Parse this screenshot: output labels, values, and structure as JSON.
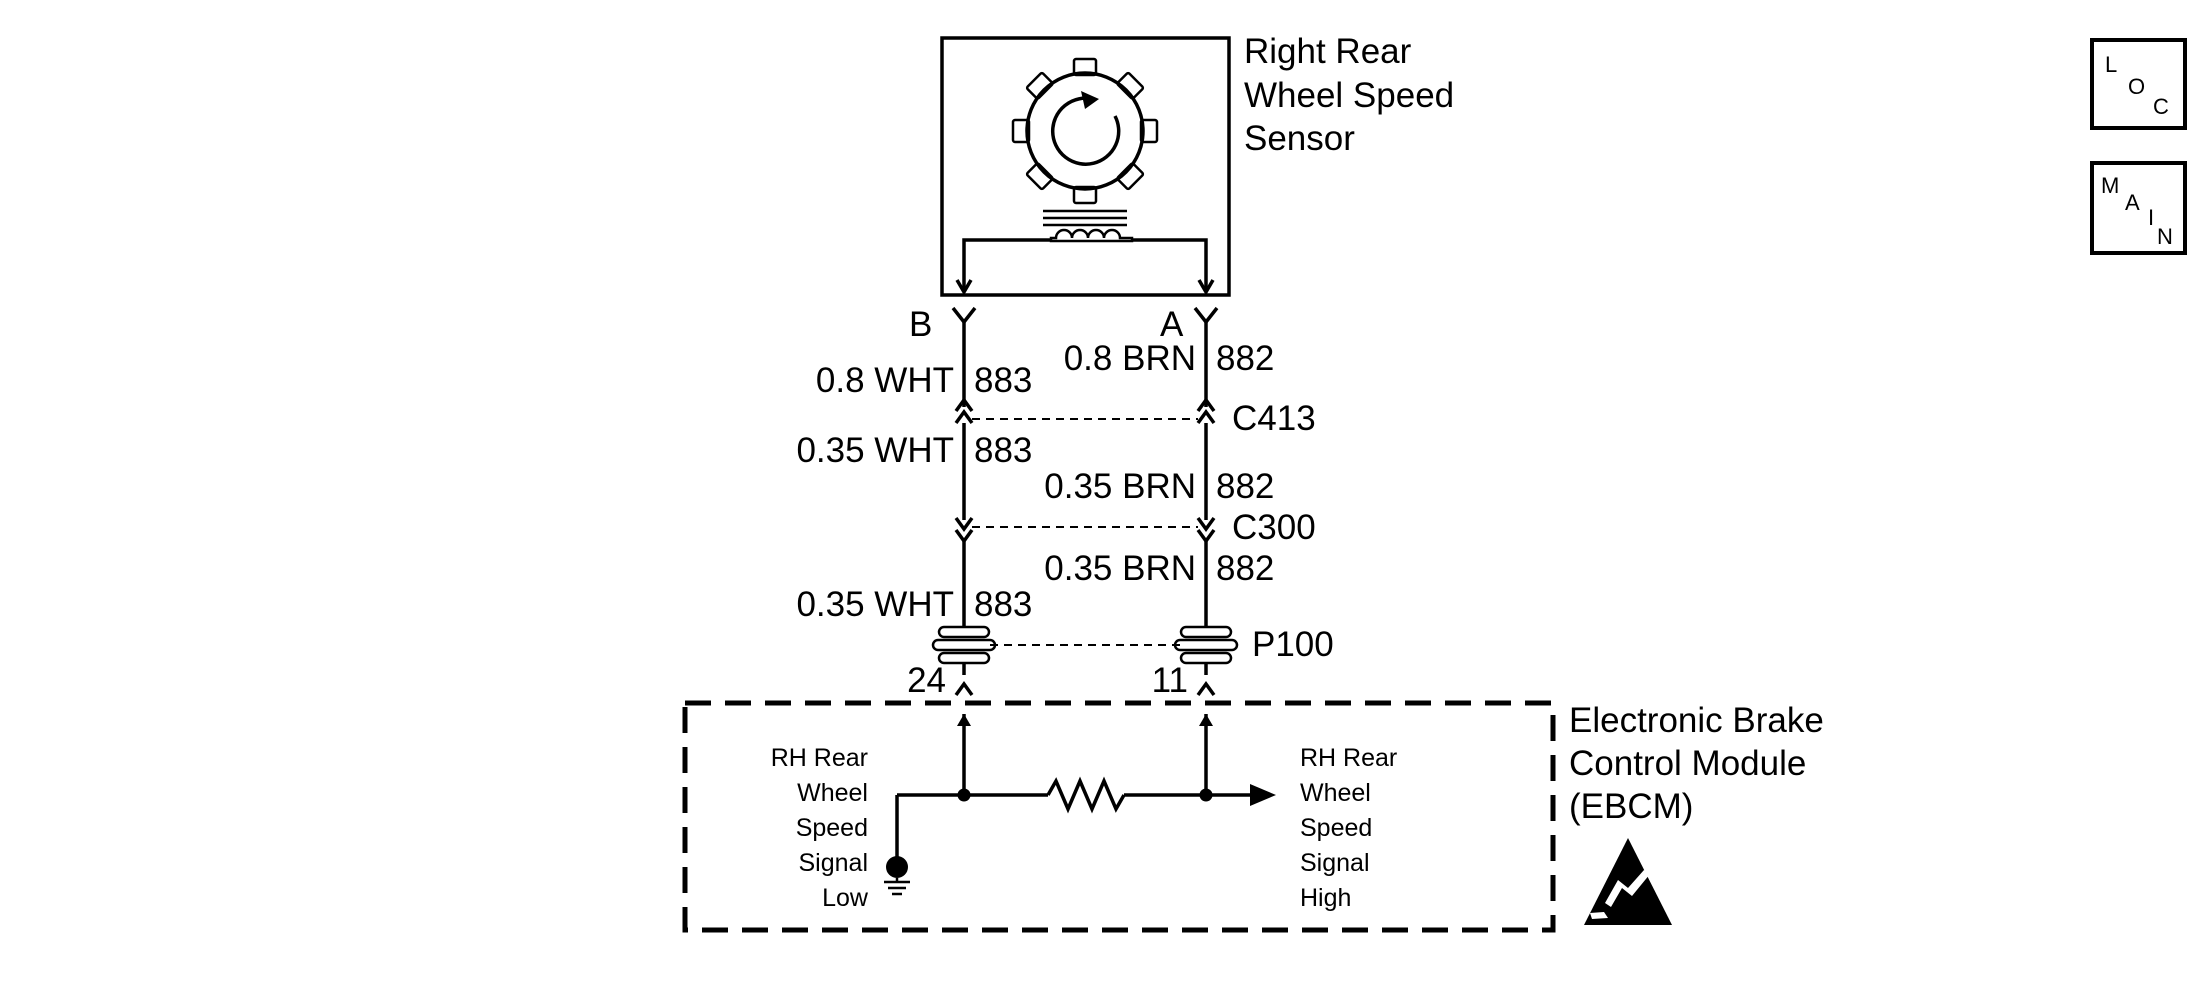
{
  "sensor": {
    "title_lines": [
      "Right Rear",
      "Wheel Speed",
      "Sensor"
    ],
    "pin_b": "B",
    "pin_a": "A"
  },
  "wires": {
    "seg1_left_gauge": "0.8 WHT",
    "seg1_left_circuit": "883",
    "seg1_right_gauge": "0.8 BRN",
    "seg1_right_circuit": "882",
    "seg2_left_gauge": "0.35 WHT",
    "seg2_left_circuit": "883",
    "seg2_right_gauge": "0.35 BRN",
    "seg2_right_circuit": "882",
    "seg3_left_gauge": "0.35 WHT",
    "seg3_left_circuit": "883",
    "seg3_right_gauge": "0.35 BRN",
    "seg3_right_circuit": "882"
  },
  "connectors": {
    "c413": "C413",
    "c300": "C300",
    "p100": "P100",
    "pin_left": "24",
    "pin_right": "11"
  },
  "module": {
    "title_lines": [
      "Electronic Brake",
      "Control Module",
      "(EBCM)"
    ],
    "low_signal_lines": [
      "RH Rear",
      "Wheel",
      "Speed",
      "Signal",
      "Low"
    ],
    "high_signal_lines": [
      "RH Rear",
      "Wheel",
      "Speed",
      "Signal",
      "High"
    ]
  },
  "tabs": {
    "loc": [
      "L",
      "O",
      "C"
    ],
    "main": [
      "M",
      "A",
      "I",
      "N"
    ]
  },
  "icons": [
    "gear-icon",
    "coil-icon",
    "resistor-icon",
    "ground-icon",
    "esd-warning-icon"
  ]
}
